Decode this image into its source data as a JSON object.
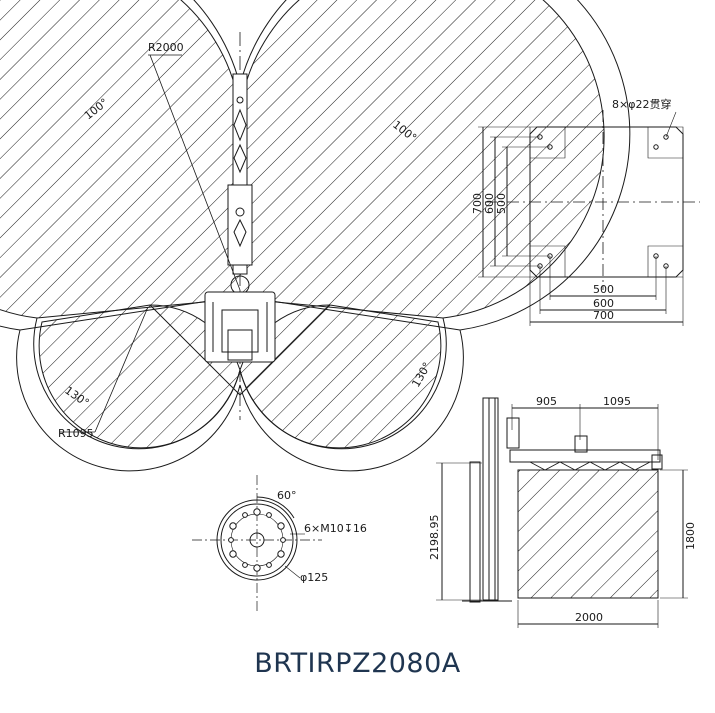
{
  "colors": {
    "line": "#1a1a1a",
    "title": "#1f3550"
  },
  "workspace": {
    "radius_outer": "R2000",
    "radius_inner": "R1095",
    "angle_left_top": "100°",
    "angle_right_top": "100°",
    "angle_left_bottom": "130°",
    "angle_right_bottom": "130°"
  },
  "base_plate": {
    "holes_label": "8×φ22贯穿",
    "dim_500": "500",
    "dim_600": "600",
    "dim_700": "700"
  },
  "flange": {
    "angle": "60°",
    "thread": "6×M10↧16",
    "diameter": "φ125"
  },
  "side_view": {
    "reach_inner": "905",
    "reach_outer": "1095",
    "height_total": "2198.95",
    "stack_height": "1800",
    "stack_width": "2000"
  },
  "model": "BRTIRPZ2080A"
}
